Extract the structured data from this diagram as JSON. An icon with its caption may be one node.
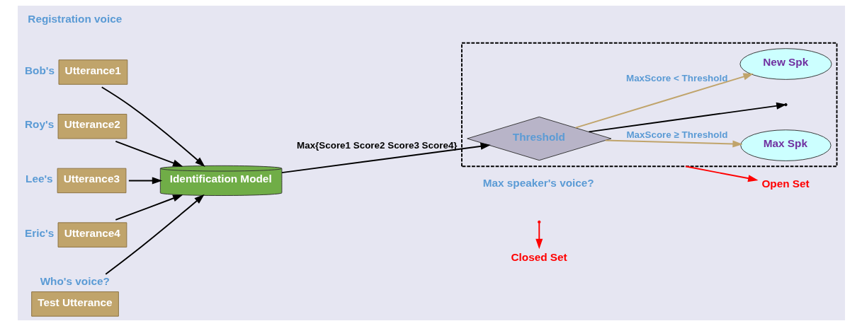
{
  "diagram": {
    "nodes": [
      {
        "text": [
          "Utterance1"
        ],
        "beside": [
          "Bob's"
        ]
      },
      {
        "text": [
          "Utterance2"
        ],
        "beside": [
          "Roy's"
        ]
      },
      {
        "text": [
          "Utterance3"
        ],
        "beside": [
          "Lee's"
        ]
      },
      {
        "text": [
          "Utterance4"
        ],
        "beside": [
          "Eric's"
        ]
      },
      {
        "text": [
          "Test Utterance"
        ],
        "beside": [
          "Who's voice?"
        ]
      },
      {
        "text": [
          "Identification Model"
        ]
      },
      {
        "text": [],
        "shape": "box"
      },
      {
        "text": [
          "Threshold"
        ],
        "in": 6
      },
      {
        "text": [
          "Max Spk"
        ],
        "in": 6
      },
      {
        "text": [
          "New Spk"
        ],
        "in": 6
      },
      {
        "text": [
          "Closed Set"
        ]
      },
      {
        "text": [
          "Open Set"
        ]
      }
    ],
    "edges": [
      {
        "from": 0,
        "to": 5,
        "arrow": "to"
      },
      {
        "from": 1,
        "to": 5,
        "arrow": "to"
      },
      {
        "from": 2,
        "to": 5,
        "arrow": "to"
      },
      {
        "from": 3,
        "to": 5,
        "arrow": "to"
      },
      {
        "from": 4,
        "to": 5,
        "arrow": "to"
      },
      {
        "from": 5,
        "to": 7,
        "arrow": "to",
        "label": "Max{Score1 Score2 Score3 Score4}"
      },
      {
        "from": 7,
        "to": null,
        "arrow": "to"
      },
      {
        "from": 7,
        "to": 8,
        "arrow": "to",
        "label": "MaxScore ≥ Threshold",
        "color": "#c0a46b"
      },
      {
        "from": 7,
        "to": 9,
        "arrow": "to",
        "label": "MaxScore < Threshold",
        "color": "#c0a46b"
      },
      {
        "from": null,
        "to": 10,
        "arrow": "to",
        "color": "#ff0000"
      },
      {
        "from": 6,
        "to": 11,
        "arrow": "to",
        "color": "#ff0000"
      }
    ],
    "labels": [
      "Registration voice",
      "Max speaker's voice?"
    ]
  }
}
